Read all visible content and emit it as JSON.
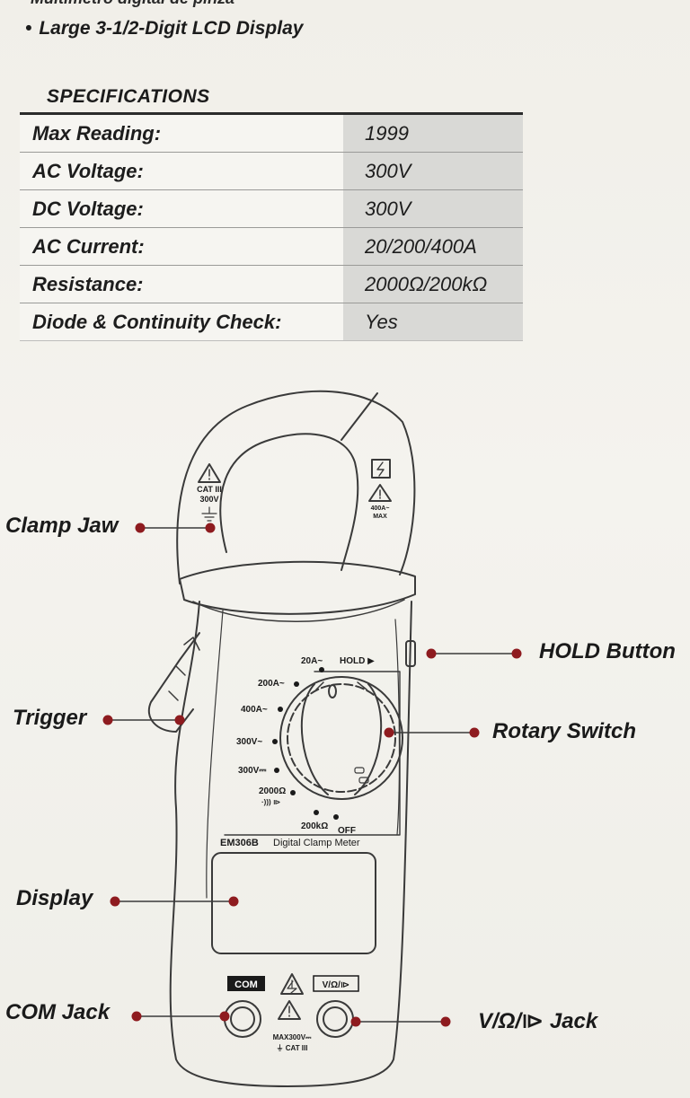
{
  "header": {
    "cut_text": "Multímetro digital de pinza",
    "feature_bullet": "•",
    "feature_text": "Large 3-1/2-Digit LCD Display"
  },
  "specifications": {
    "title": "SPECIFICATIONS",
    "rows": [
      {
        "label": "Max Reading:",
        "value": "1999"
      },
      {
        "label": "AC Voltage:",
        "value": "300V"
      },
      {
        "label": "DC Voltage:",
        "value": "300V"
      },
      {
        "label": "AC Current:",
        "value": "20/200/400A"
      },
      {
        "label": "Resistance:",
        "value": "2000Ω/200kΩ"
      },
      {
        "label": "Diode & Continuity Check:",
        "value": "Yes"
      }
    ]
  },
  "callouts": {
    "clamp_jaw": "Clamp Jaw",
    "trigger": "Trigger",
    "display": "Display",
    "com_jack": "COM Jack",
    "hold_button": "HOLD Button",
    "rotary_switch": "Rotary Switch",
    "v_ohm_jack": "V/Ω/⧐ Jack"
  },
  "meter": {
    "jaw_left_warning": [
      "CAT III",
      "300V"
    ],
    "jaw_right_warning": [
      "400A~",
      "MAX"
    ],
    "dial_positions": {
      "a20": "20A~",
      "hold": "HOLD ▶",
      "a200": "200A~",
      "a400": "400A~",
      "v_ac": "300V~",
      "v_dc": "300V⎓",
      "ohm2000": "2000Ω",
      "diode": "·))) ⧐",
      "ohm200k": "200kΩ",
      "off": "OFF"
    },
    "model": "EM306B",
    "name": "Digital Clamp Meter",
    "com_label": "COM",
    "v_label": "V/Ω/⧐",
    "jack_warning": [
      "MAX300V⎓",
      "⏚ CAT III"
    ]
  },
  "colors": {
    "dot": "#8e1b1f",
    "line": "#3a3a3a",
    "spec_shade": "#d9d9d6"
  }
}
